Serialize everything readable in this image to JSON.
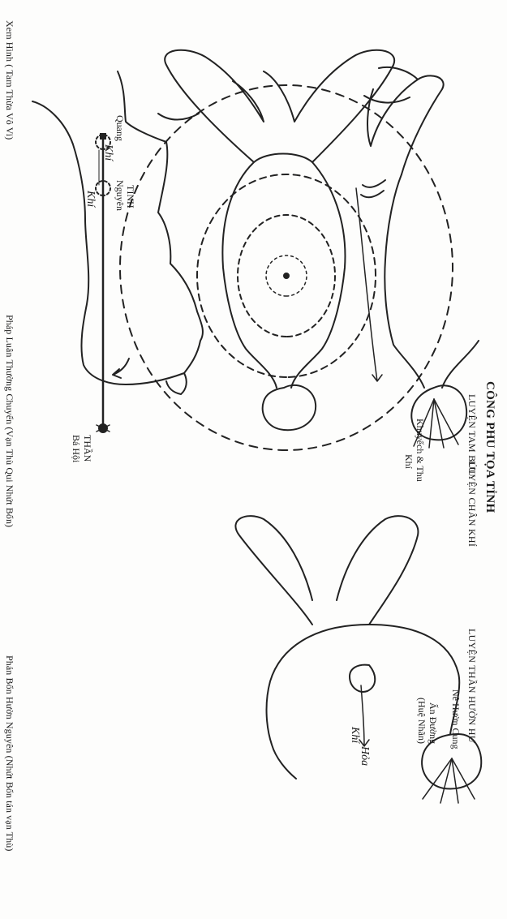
{
  "page": {
    "title": "CÔNG PHU TỌA TỈNH",
    "panels": [
      {
        "heading": "LUYỆN CHÂN KHÍ",
        "labels": [
          "Bá Hội",
          "THẦN",
          "Khí",
          "Khí",
          "Quang",
          "Nguyên",
          "TINH"
        ],
        "caption": "Xem Hình ( Tam Thừa Vô Vi)"
      },
      {
        "heading": "LUYỆN TAM BỬU",
        "labels": [
          "Khuyếch & Thu",
          "Khí"
        ],
        "caption": "Pháp Luân Thường Chuyển (Vạn Thù Qui Nhứt Bổn)"
      },
      {
        "heading": "LUYỆN THẦN HƯỜN HƯ",
        "labels": [
          "Nê Hườn Cung",
          "Ấn Đường",
          "(Huệ Nhãn)",
          "Khí",
          "Hỏa"
        ],
        "caption": "Phản Bổn Hườn Nguyên (Nhứt Bổn tán vạn Thù)"
      }
    ]
  }
}
